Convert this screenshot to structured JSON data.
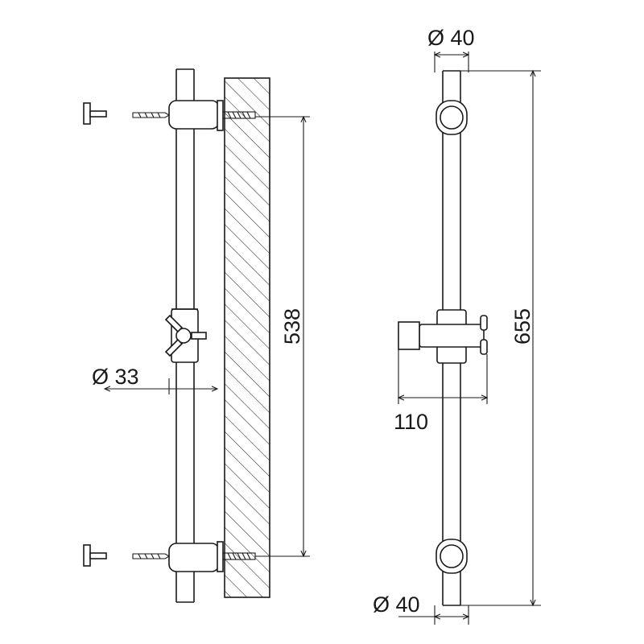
{
  "dimensions": {
    "side_rail_length": "538",
    "side_rail_diameter": "Ø 33",
    "front_top_diameter": "Ø 40",
    "front_bottom_diameter": "Ø 40",
    "front_total_length": "655",
    "holder_projection": "110"
  },
  "colors": {
    "line": "#1a1a1a",
    "background": "#ffffff"
  }
}
